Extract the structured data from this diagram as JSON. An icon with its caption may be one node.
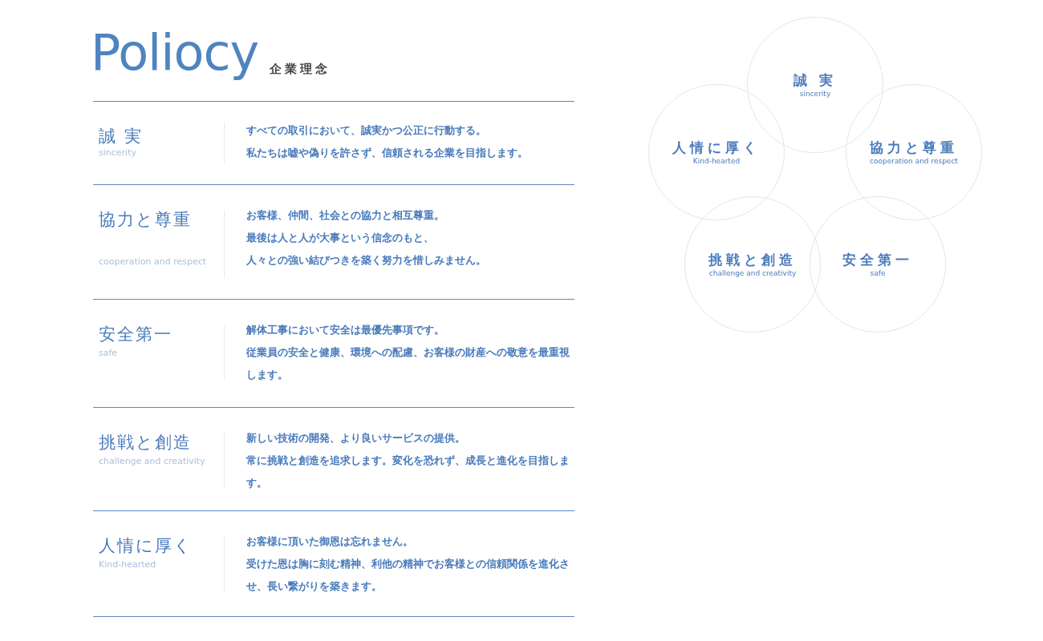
{
  "diagram": {
    "title": "Poliocy",
    "nodes": [
      {
        "text": [
          "誠 実",
          "sincerity"
        ]
      },
      {
        "text": [
          "人情に厚く",
          "Kind-hearted"
        ]
      },
      {
        "text": [
          "協力と尊重",
          "cooperation and respect"
        ]
      },
      {
        "text": [
          "挑戦と創造",
          "challenge and creativity"
        ]
      },
      {
        "text": [
          "安全第一",
          "safe"
        ]
      }
    ],
    "labels": [
      "企業理念",
      "誠 実",
      "sincerity",
      "すべての取引において、誠実かつ公正に行動する。",
      "私たちは嘘や偽りを許さず、信頼される企業を目指します。",
      "協力と尊重",
      "cooperation and respect",
      "お客様、仲間、社会との協力と相互尊重。",
      "最後は人と人が大事という信念のもと、",
      "人々との強い結びつきを築く努力を惜しみません。",
      "安全第一",
      "safe",
      "解体工事において安全は最優先事項です。",
      "従業員の安全と健康、環境への配慮、お客様の財産への敬意を最重視します。",
      "挑戦と創造",
      "challenge and creativity",
      "新しい技術の開発、より良いサービスの提供。",
      "常に挑戦と創造を追求します。変化を恐れず、成長と進化を目指します。",
      "人情に厚く",
      "Kind-hearted",
      "お客様に頂いた御恩は忘れません。",
      "受けた恩は胸に刻む精神、利他の精神でお客様との信頼関係を進化させ、長い繋がりを築きます。"
    ]
  }
}
